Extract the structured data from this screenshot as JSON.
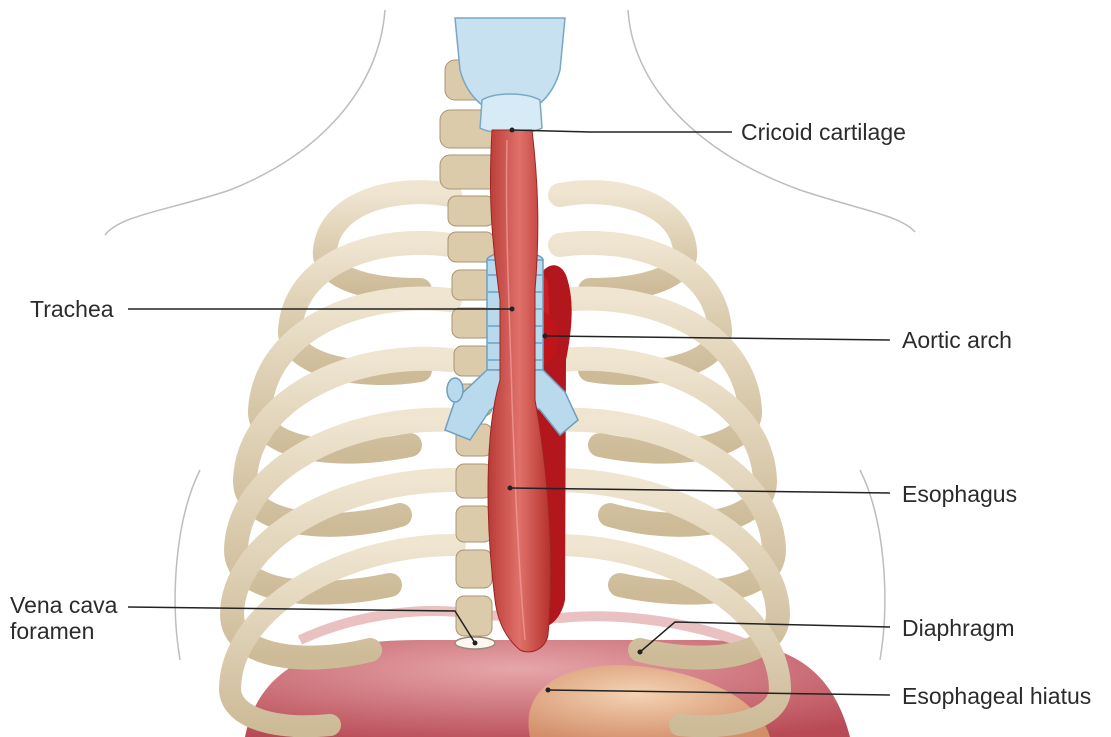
{
  "labels": {
    "cricoid_cartilage": "Cricoid cartilage",
    "trachea": "Trachea",
    "aortic_arch": "Aortic arch",
    "esophagus": "Esophagus",
    "vena_cava_foramen_line1": "Vena cava",
    "vena_cava_foramen_line2": "foramen",
    "diaphragm": "Diaphragm",
    "esophageal_hiatus": "Esophageal hiatus"
  },
  "colors": {
    "bone": "#e3d6bd",
    "bone_shadow": "#b9a98b",
    "cartilage": "#b9d9ec",
    "esophagus": "#cf4c45",
    "aorta": "#b3161c",
    "diaphragm": "#d9838a",
    "stomach": "#e9b48f",
    "leader_line": "#222222"
  }
}
